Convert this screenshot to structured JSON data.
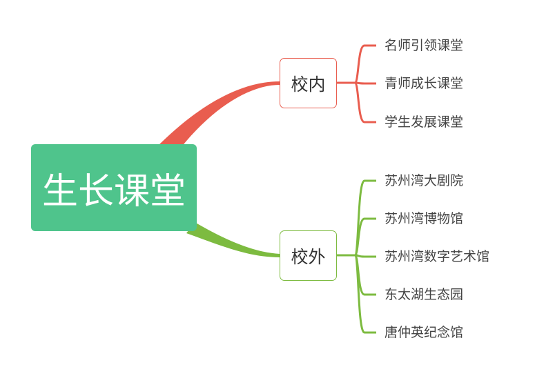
{
  "root": {
    "label": "生长课堂",
    "color": "#4fc48c"
  },
  "branches": [
    {
      "label": "校内",
      "color": "#e95d4f",
      "children": [
        "名师引领课堂",
        "青师成长课堂",
        "学生发展课堂"
      ]
    },
    {
      "label": "校外",
      "color": "#7dbb40",
      "children": [
        "苏州湾大剧院",
        "苏州湾博物馆",
        "苏州湾数字艺术馆",
        "东太湖生态园",
        "唐仲英纪念馆"
      ]
    }
  ]
}
